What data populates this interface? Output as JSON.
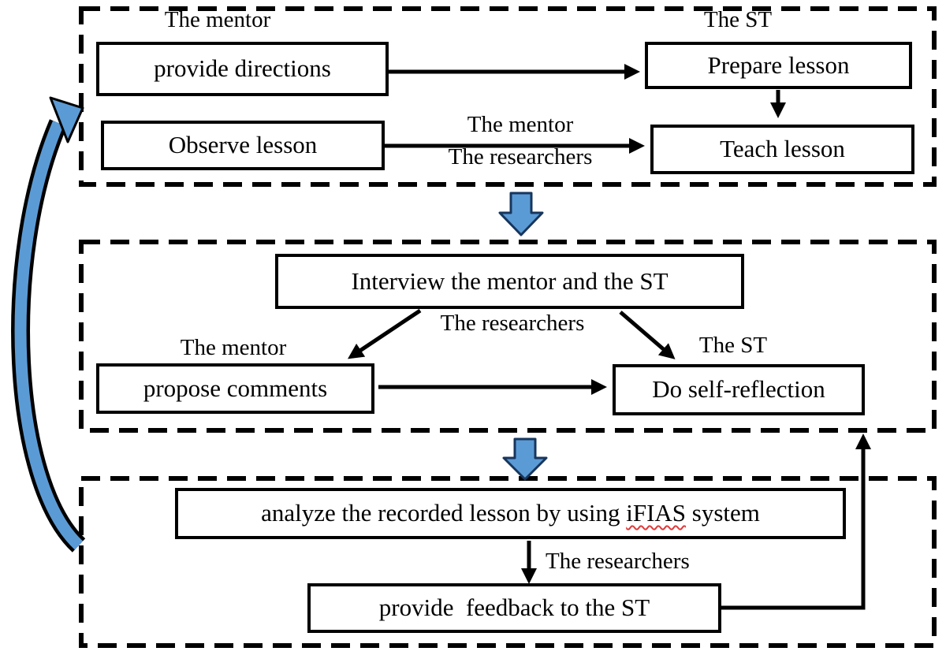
{
  "diagram": {
    "top": {
      "mentor_label": "The mentor",
      "st_label": "The ST",
      "provide_directions": "provide directions",
      "observe_lesson": "Observe lesson",
      "prepare_lesson": "Prepare lesson",
      "teach_lesson": "Teach lesson",
      "observe_arrow_label_line1": "The mentor",
      "observe_arrow_label_line2": "The researchers"
    },
    "middle": {
      "interview": "Interview the mentor and the ST",
      "researchers_label": "The researchers",
      "mentor_label": "The mentor",
      "st_label": "The ST",
      "propose_comments": "propose comments",
      "do_self_reflection": "Do self-reflection"
    },
    "bottom": {
      "analyze_prefix": "analyze the recorded lesson by using ",
      "analyze_misspelled_word": "iFIAS",
      "analyze_suffix": " system",
      "researchers_label": "The researchers",
      "provide_feedback": "provide  feedback to the ST"
    },
    "colors": {
      "box_border": "#000000",
      "connector": "#000000",
      "flow_arrow_fill": "#5b9bd5",
      "flow_arrow_outline": "#17365d",
      "spellcheck_underline": "#e03a3a"
    }
  }
}
